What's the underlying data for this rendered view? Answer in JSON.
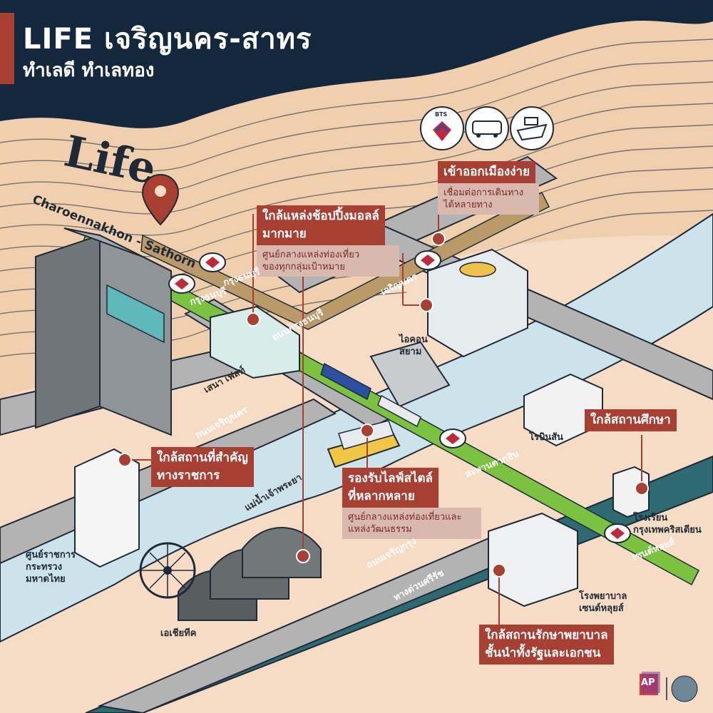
{
  "title": "LIFE เจริญนคร-สาทร",
  "subtitle": "ทำเลดี ทำเลทอง",
  "brand": {
    "life_word": "Life",
    "life_sub": "Charoennakhon - Sathorn",
    "bts_text": "BTS",
    "ap_logo": "AP"
  },
  "colors": {
    "navy": "#13283d",
    "accent_red": "#a83f33",
    "callout_sub_bg": "#d9b8ae",
    "river": "#cce3ec",
    "road": "#b3b3b3",
    "green_line": "#7cc241",
    "gold_line": "#bb9a6a",
    "land": "#f6dcc4",
    "expressway": "#2e6a71"
  },
  "icons": [
    "map-pin-icon",
    "bts-icon",
    "bus-icon",
    "ship-icon",
    "bts-station-icon",
    "ferris-wheel-icon"
  ],
  "callouts": {
    "transport": {
      "head": "เข้าออกเมืองง่าย",
      "sub_1": "เชื่อมต่อการเดินทาง",
      "sub_2": "ได้หลายทาง"
    },
    "shopping": {
      "head_1": "ใกล้แหล่งช้อปปิ้งมอลล์",
      "head_2": "มากมาย",
      "sub_1": "ศูนย์กลางแหล่งท่องเที่ยว",
      "sub_2": "ของทุกกลุ่มเป้าหมาย"
    },
    "government": {
      "head_1": "ใกล้สถานที่สำคัญ",
      "head_2": "ทางราชการ"
    },
    "lifestyle": {
      "head_1": "รองรับไลฟ์สไตล์",
      "head_2": "ที่หลากหลาย",
      "sub_1": "ศูนย์กลางแหล่งท่องเที่ยวและ",
      "sub_2": "แหล่งวัฒนธรรม"
    },
    "education": {
      "head": "ใกล้สถานศึกษา"
    },
    "hospital": {
      "head_1": "ใกล้สถานรักษาพยาบาล",
      "head_2": "ชั้นนำทั้งรัฐและเอกชน"
    }
  },
  "streets": {
    "krung_thon_buri_station": "กรุงธนบุรี",
    "charoen_nakhon_station_gold": "เจริญนคร",
    "krung_thon_buri_road": "ถนนกรุงธนบุรี",
    "charoen_nakhon_road": "ถนนเจริญนคร",
    "charoen_krung_road": "ถนนเจริญกรุง",
    "expressway": "ทางด่วนศรีรัช",
    "saphan_taksin": "สะพานตากสิน",
    "saint_louis": "เซนต์หลุยส์",
    "river": "แม่น้ำเจ้าพระยา",
    "sena_fest": "เสนา เฟสท์",
    "gold_line_upper": "กรุงธนบุรี"
  },
  "places": {
    "iconsiam_1": "ไอคอน",
    "iconsiam_2": "สยาม",
    "robinson": "โรบินสัน",
    "school_1": "โรงเรียน",
    "school_2": "กรุงเทพคริสเตียน",
    "hospital_1": "โรงพยาบาล",
    "hospital_2": "เซนต์หลุยส์",
    "asiatique": "เอเชียทีค",
    "revenue_1": "ศูนย์ราชการ",
    "revenue_2": "กระทรวง",
    "revenue_3": "มหาดไทย"
  }
}
